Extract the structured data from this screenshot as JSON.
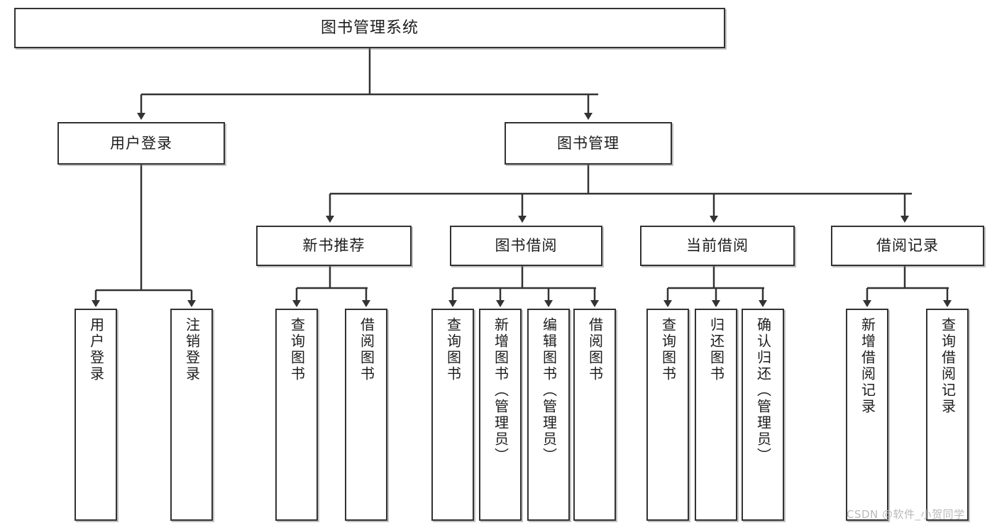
{
  "diagram": {
    "title": "图书管理系统",
    "type": "tree",
    "watermark": "CSDN @软件_小贺同学"
  },
  "nodes": {
    "root": {
      "label": "图书管理系统"
    },
    "level2": [
      {
        "label": "用户登录"
      },
      {
        "label": "图书管理"
      }
    ],
    "level3": [
      {
        "label": "新书推荐"
      },
      {
        "label": "图书借阅"
      },
      {
        "label": "当前借阅"
      },
      {
        "label": "借阅记录"
      }
    ],
    "leaves": {
      "user_login": [
        {
          "label": "用户登录"
        },
        {
          "label": "注销登录"
        }
      ],
      "new_book_recommend": [
        {
          "label": "查询图书"
        },
        {
          "label": "借阅图书"
        }
      ],
      "book_borrow": [
        {
          "label": "查询图书"
        },
        {
          "label": "新增图书（管理员）"
        },
        {
          "label": "编辑图书（管理员）"
        },
        {
          "label": "借阅图书"
        }
      ],
      "current_borrow": [
        {
          "label": "查询图书"
        },
        {
          "label": "归还图书"
        },
        {
          "label": "确认归还（管理员）"
        }
      ],
      "borrow_record": [
        {
          "label": "新增借阅记录"
        },
        {
          "label": "查询借阅记录"
        }
      ]
    }
  },
  "colors": {
    "stroke": "#333333",
    "fill": "#ffffff",
    "text": "#1d1d1d",
    "watermark": "#b9b9b9"
  }
}
